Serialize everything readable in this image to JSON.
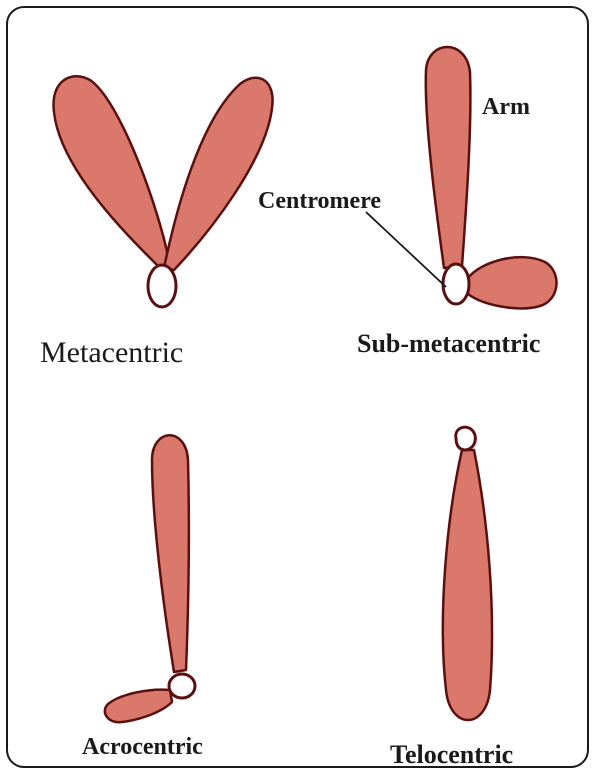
{
  "labels": {
    "metacentric": "Metacentric",
    "sub_metacentric": "Sub-metacentric",
    "acrocentric": "Acrocentric",
    "telocentric": "Telocentric",
    "arm": "Arm",
    "centromere": "Centromere"
  },
  "colors": {
    "arm_fill": "#d9786b",
    "outline": "#5a1010",
    "centromere_fill": "#ffffff",
    "frame": "#1a1a1a",
    "text": "#1a1a1a"
  }
}
